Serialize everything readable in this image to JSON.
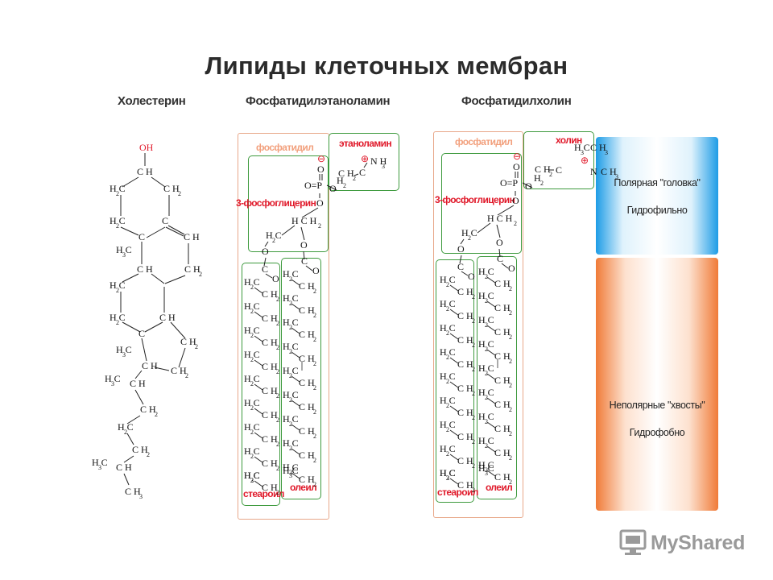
{
  "title": "Липиды клеточных мембран",
  "sections": {
    "cholesterol": "Холестерин",
    "pe": "Фосфатидилэтаноламин",
    "pc": "Фосфатидилхолин"
  },
  "labels": {
    "phosphatidyl": "фосфатидил",
    "glycerophosphate": "3-фосфоглицерин",
    "ethanolamine": "этаноламин",
    "choline": "холин",
    "stearoyl": "стеароил",
    "oleyl": "олеил"
  },
  "panels": {
    "polar": "Полярная \"головка\"",
    "hydrophilic": "Гидрофильно",
    "nonpolar": "Неполярные \"хвосты\"",
    "hydrophobic": "Гидрофобно"
  },
  "logo": {
    "text": "MyShared"
  },
  "colors": {
    "heading": "#2b2b2b",
    "orange_label": "#f2a07d",
    "red_label": "#e0192a",
    "green_box": "#3e9a3e",
    "blue_panel": "#1d9ce6",
    "orange_panel": "#f07b38"
  }
}
